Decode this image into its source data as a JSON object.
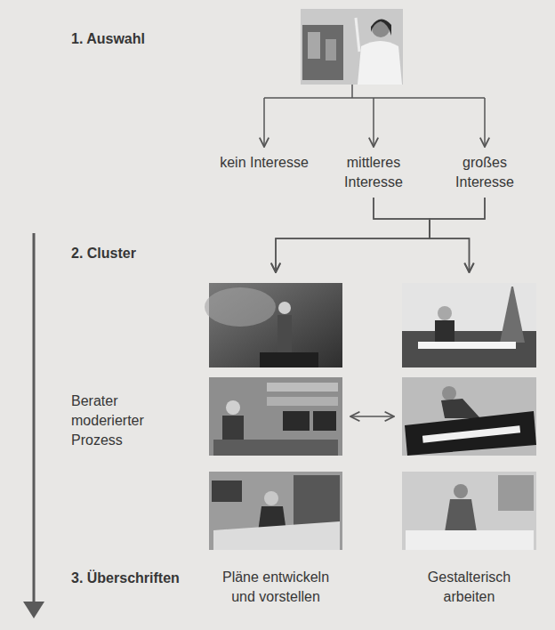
{
  "diagram": {
    "nodes": [
      {
        "text": [
          "kein Interesse"
        ]
      },
      {
        "text": [
          "mittleres Interesse"
        ]
      },
      {
        "text": [
          "großes Interesse"
        ]
      },
      {
        "text": [
          "Pläne entwickeln und vorstellen"
        ]
      },
      {
        "text": [
          "Gestalterisch arbeiten"
        ]
      }
    ],
    "edges": [
      {
        "from": 1,
        "to": 3,
        "arrow": "to"
      },
      {
        "from": 1,
        "to": 4,
        "arrow": "to"
      },
      {
        "from": 2,
        "to": 3,
        "arrow": "to"
      },
      {
        "from": 2,
        "to": 4,
        "arrow": "to"
      },
      {
        "from": 3,
        "to": 4,
        "arrow": "both"
      }
    ],
    "labels": [
      "1. Auswahl",
      "2. Cluster",
      "Berater moderierter Prozess",
      "3. Überschriften"
    ]
  }
}
